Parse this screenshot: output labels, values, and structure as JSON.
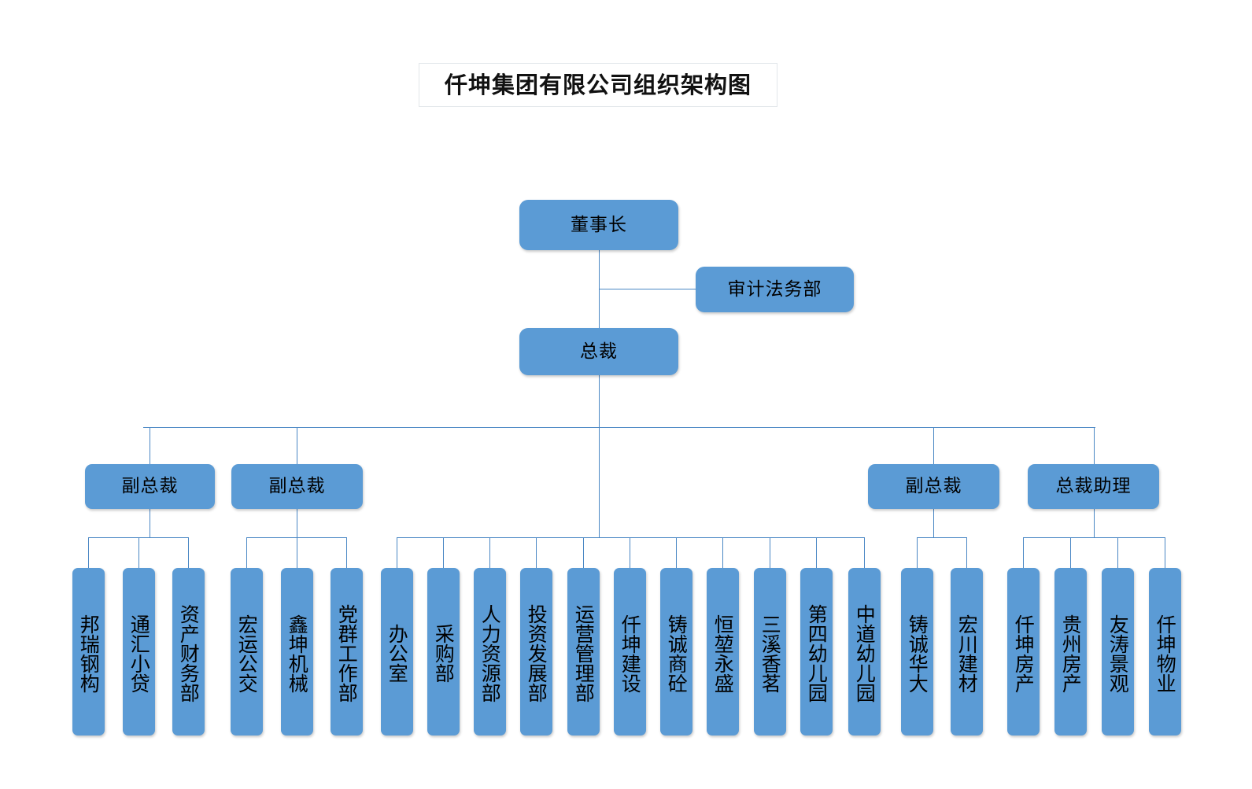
{
  "title": "仟坤集团有限公司组织架构图",
  "theme": {
    "node_fill": "#5B9BD5",
    "connector": "#4A87C4",
    "text": "#000000",
    "background": "#FFFFFF"
  },
  "nodes": {
    "chairman": "董事长",
    "audit_legal": "审计法务部",
    "president": "总裁",
    "vp_1": "副总裁",
    "vp_2": "副总裁",
    "vp_3": "副总裁",
    "president_assistant": "总裁助理"
  },
  "groups": {
    "vp1_children": [
      "邦瑞钢构",
      "通汇小贷",
      "资产财务部"
    ],
    "vp2_children": [
      "宏运公交",
      "鑫坤机械",
      "党群工作部"
    ],
    "president_children": [
      "办公室",
      "采购部",
      "人力资源部",
      "投资发展部",
      "运营管理部",
      "仟坤建设",
      "铸诚商砼",
      "恒堃永盛",
      "三溪香茗",
      "第四幼儿园",
      "中道幼儿园"
    ],
    "vp3_children": [
      "铸诚华大",
      "宏川建材"
    ],
    "assistant_children": [
      "仟坤房产",
      "贵州房产",
      "友涛景观",
      "仟坤物业"
    ]
  }
}
